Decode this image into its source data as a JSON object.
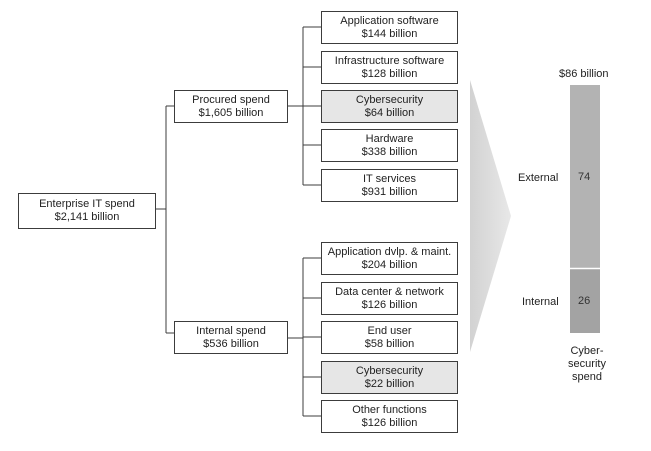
{
  "root": {
    "title": "Enterprise IT spend",
    "value": "$2,141 billion"
  },
  "procured": {
    "title": "Procured spend",
    "value": "$1,605 billion"
  },
  "internal": {
    "title": "Internal spend",
    "value": "$536 billion"
  },
  "procured_items": [
    {
      "title": "Application software",
      "value": "$144 billion"
    },
    {
      "title": "Infrastructure software",
      "value": "$128 billion"
    },
    {
      "title": "Cybersecurity",
      "value": "$64 billion",
      "highlight": true
    },
    {
      "title": "Hardware",
      "value": "$338 billion"
    },
    {
      "title": "IT services",
      "value": "$931 billion"
    }
  ],
  "internal_items": [
    {
      "title": "Application dvlp. & maint.",
      "value": "$204 billion"
    },
    {
      "title": "Data center & network",
      "value": "$126 billion"
    },
    {
      "title": "End user",
      "value": "$58 billion"
    },
    {
      "title": "Cybersecurity",
      "value": "$22 billion",
      "highlight": true
    },
    {
      "title": "Other functions",
      "value": "$126 billion"
    }
  ],
  "cyber_bar": {
    "total_label": "$86 billion",
    "segments": [
      {
        "label": "External",
        "value": 74
      },
      {
        "label": "Internal",
        "value": 26
      }
    ],
    "caption": [
      "Cyber-",
      "security",
      "spend"
    ]
  },
  "colors": {
    "highlight_box": "#e6e6e6",
    "bar_external": "#b3b3b3",
    "bar_internal": "#a3a3a3",
    "arrow": "#d9d9d9",
    "lines": "#3c3c3c"
  }
}
